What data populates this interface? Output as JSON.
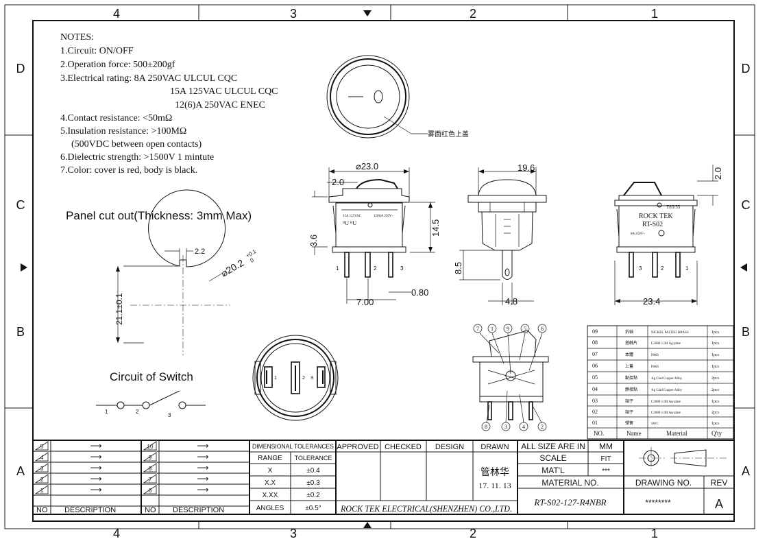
{
  "frame": {
    "col_labels_top": [
      "4",
      "3",
      "2",
      "1"
    ],
    "col_labels_bottom": [
      "4",
      "3",
      "2",
      "1"
    ],
    "row_labels_left": [
      "D",
      "C",
      "B",
      "A"
    ],
    "row_labels_right": [
      "D",
      "C",
      "B",
      "A"
    ]
  },
  "notes": {
    "heading": "NOTES:",
    "lines": [
      "1.Circuit: ON/OFF",
      "2.Operation force: 500±200gf",
      "3.Electrical rating: 8A 250VAC ULCUL CQC",
      "15A 125VAC ULCUL CQC",
      "12(6)A 250VAC ENEC",
      "4.Contact resistance: <50mΩ",
      "5.Insulation resistance: >100MΩ",
      "(500VDC between open contacts)",
      "6.Dielectric strength: >1500V 1 mintute",
      "7.Color: cover is red, body is black."
    ]
  },
  "panel_cutout": {
    "title": "Panel cut out(Thickness: 3mm Max)",
    "dim_key": "2.2",
    "dim_diameter": "⌀20.2",
    "dim_diameter_tol": "+0.1",
    "dim_diameter_tol2": "0",
    "dim_height": "21.1±0.1"
  },
  "circuit": {
    "title": "Circuit of Switch",
    "pin1": "1",
    "pin2": "2",
    "pin3": "3"
  },
  "top_view": {
    "callout": "雾面红色上盖"
  },
  "front_view": {
    "dim_diameter": "⌀23.0",
    "dim_2": "2.0",
    "dim_3_6": "3.6",
    "dim_14_5": "14.5",
    "dim_7_00": "7.00",
    "dim_0_80": "0.80",
    "label_a": "15A 125VAC",
    "label_b": "12(6)A 250V~",
    "label_c": "ᴿU ᴿU",
    "pins": [
      "1",
      "2",
      "3"
    ]
  },
  "side_view": {
    "dim_19_6": "19.6",
    "dim_8_5": "8.5",
    "dim_4_8": "4.8"
  },
  "back_view": {
    "dim_2_0": "2.0",
    "dim_23_4": "23.4",
    "label_t": "T85/55",
    "brand": "ROCK TEK",
    "model": "RT-S02",
    "rating": "8A 250V~",
    "pins": [
      "3",
      "2",
      "1"
    ]
  },
  "section_view": {
    "balloons_top": [
      "7",
      "1",
      "9",
      "5",
      "6"
    ],
    "balloons_bottom": [
      "8",
      "3",
      "4",
      "2"
    ]
  },
  "bom": {
    "rows": [
      {
        "no": "09",
        "name": "拆轴",
        "material": "NICKEL PALTED BRASS",
        "qty": "1pcs"
      },
      {
        "no": "08",
        "name": "搭触片",
        "material": "C2680 1/2H Ag-plate",
        "qty": "1pcs"
      },
      {
        "no": "07",
        "name": "本體",
        "material": "PA66",
        "qty": "1pcs"
      },
      {
        "no": "06",
        "name": "上蓋",
        "material": "PA66",
        "qty": "1pcs"
      },
      {
        "no": "05",
        "name": "動接點",
        "material": "Ag Clad Copper Alloy",
        "qty": "2pcs"
      },
      {
        "no": "04",
        "name": "靜接點",
        "material": "Ag Clad Copper Alloy",
        "qty": "2pcs"
      },
      {
        "no": "03",
        "name": "端子",
        "material": "C2680 1/2H Ag-plate",
        "qty": "1pcs"
      },
      {
        "no": "02",
        "name": "端子",
        "material": "C2680 1/2H Ag-plate",
        "qty": "2pcs"
      },
      {
        "no": "01",
        "name": "彈簧",
        "material": "SWC",
        "qty": "1pcs"
      }
    ],
    "header": {
      "no": "NO.",
      "name": "Name",
      "material": "Material",
      "qty": "Q'ty"
    }
  },
  "revisions": {
    "left": [
      "5",
      "4",
      "3",
      "2",
      "1"
    ],
    "right": [
      "10",
      "9",
      "8",
      "7",
      "6"
    ],
    "arrow": "⟶",
    "col_no": "NO",
    "col_desc": "DESCRIPTION"
  },
  "tolerances": {
    "title": "DIMENSIONAL TOLERANCES",
    "range_label": "RANGE",
    "tol_label": "TOLERANCE",
    "rows": [
      {
        "range": "X",
        "tol": "±0.4"
      },
      {
        "range": "X.X",
        "tol": "±0.3"
      },
      {
        "range": "X.XX",
        "tol": "±0.2"
      },
      {
        "range": "ANGLES",
        "tol": "±0.5°"
      }
    ]
  },
  "title_block": {
    "approved": "APPROVED",
    "checked": "CHECKED",
    "design": "DESIGN",
    "drawn": "DRAWN",
    "drawn_name": "管林华",
    "drawn_date": "17. 11. 13",
    "company": "ROCK TEK ELECTRICAL(SHENZHEN) CO.,LTD.",
    "size_label": "ALL SIZE ARE IN",
    "size_value": "MM",
    "scale_label": "SCALE",
    "scale_value": "FIT",
    "mat_label": "MAT'L",
    "mat_value": "***",
    "material_no_label": "MATERIAL NO.",
    "material_no": "RT-S02-127-R4NBR",
    "drawing_no_label": "DRAWING NO.",
    "drawing_no": "********",
    "rev_label": "REV",
    "rev": "A"
  }
}
